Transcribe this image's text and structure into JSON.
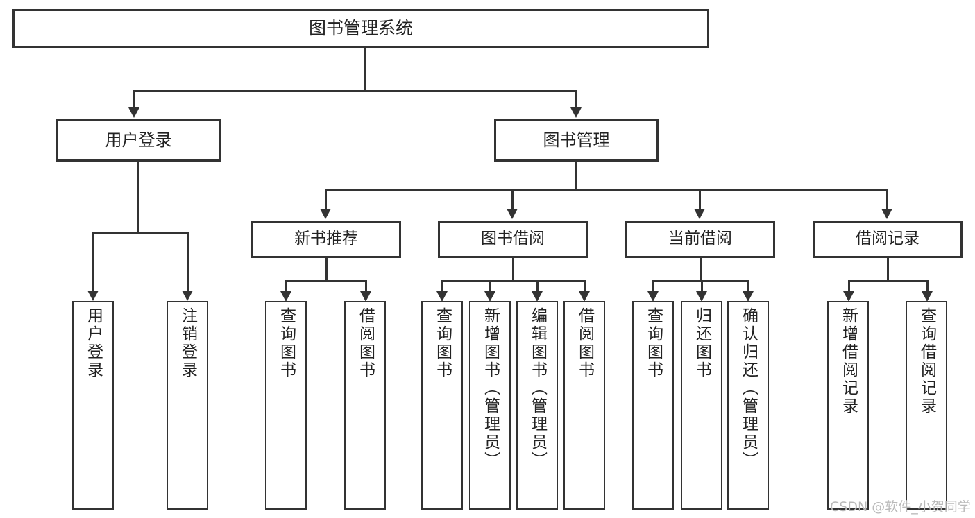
{
  "diagram": {
    "type": "tree-hierarchy-chart",
    "title": "图书管理系统",
    "root": {
      "label": "图书管理系统"
    },
    "level2": [
      {
        "id": "user-login",
        "label": "用户登录"
      },
      {
        "id": "book-management",
        "label": "图书管理"
      }
    ],
    "level3": [
      {
        "id": "new-book-recommend",
        "label": "新书推荐"
      },
      {
        "id": "book-borrow",
        "label": "图书借阅"
      },
      {
        "id": "current-borrow",
        "label": "当前借阅"
      },
      {
        "id": "borrow-record",
        "label": "借阅记录"
      }
    ],
    "leaves": {
      "user_login": [
        {
          "id": "leaf-user-login",
          "label": "用户登录"
        },
        {
          "id": "leaf-logout-login",
          "label": "注销登录"
        }
      ],
      "new_book_recommend": [
        {
          "id": "leaf-query-book-1",
          "label": "查询图书"
        },
        {
          "id": "leaf-borrow-book-1",
          "label": "借阅图书"
        }
      ],
      "book_borrow": [
        {
          "id": "leaf-query-book-2",
          "label": "查询图书"
        },
        {
          "id": "leaf-add-book",
          "label": "新增图书（管理员）"
        },
        {
          "id": "leaf-edit-book",
          "label": "编辑图书（管理员）"
        },
        {
          "id": "leaf-borrow-book-2",
          "label": "借阅图书"
        }
      ],
      "current_borrow": [
        {
          "id": "leaf-query-book-3",
          "label": "查询图书"
        },
        {
          "id": "leaf-return-book",
          "label": "归还图书"
        },
        {
          "id": "leaf-confirm-return",
          "label": "确认归还（管理员）"
        }
      ],
      "borrow_record": [
        {
          "id": "leaf-add-record",
          "label": "新增借阅记录"
        },
        {
          "id": "leaf-query-record",
          "label": "查询借阅记录"
        }
      ]
    }
  },
  "watermark": {
    "text": "CSDN @软件_小贺同学"
  },
  "colors": {
    "stroke": "#333333",
    "background": "#ffffff",
    "text": "#222222",
    "watermark": "#b9b9b9"
  }
}
